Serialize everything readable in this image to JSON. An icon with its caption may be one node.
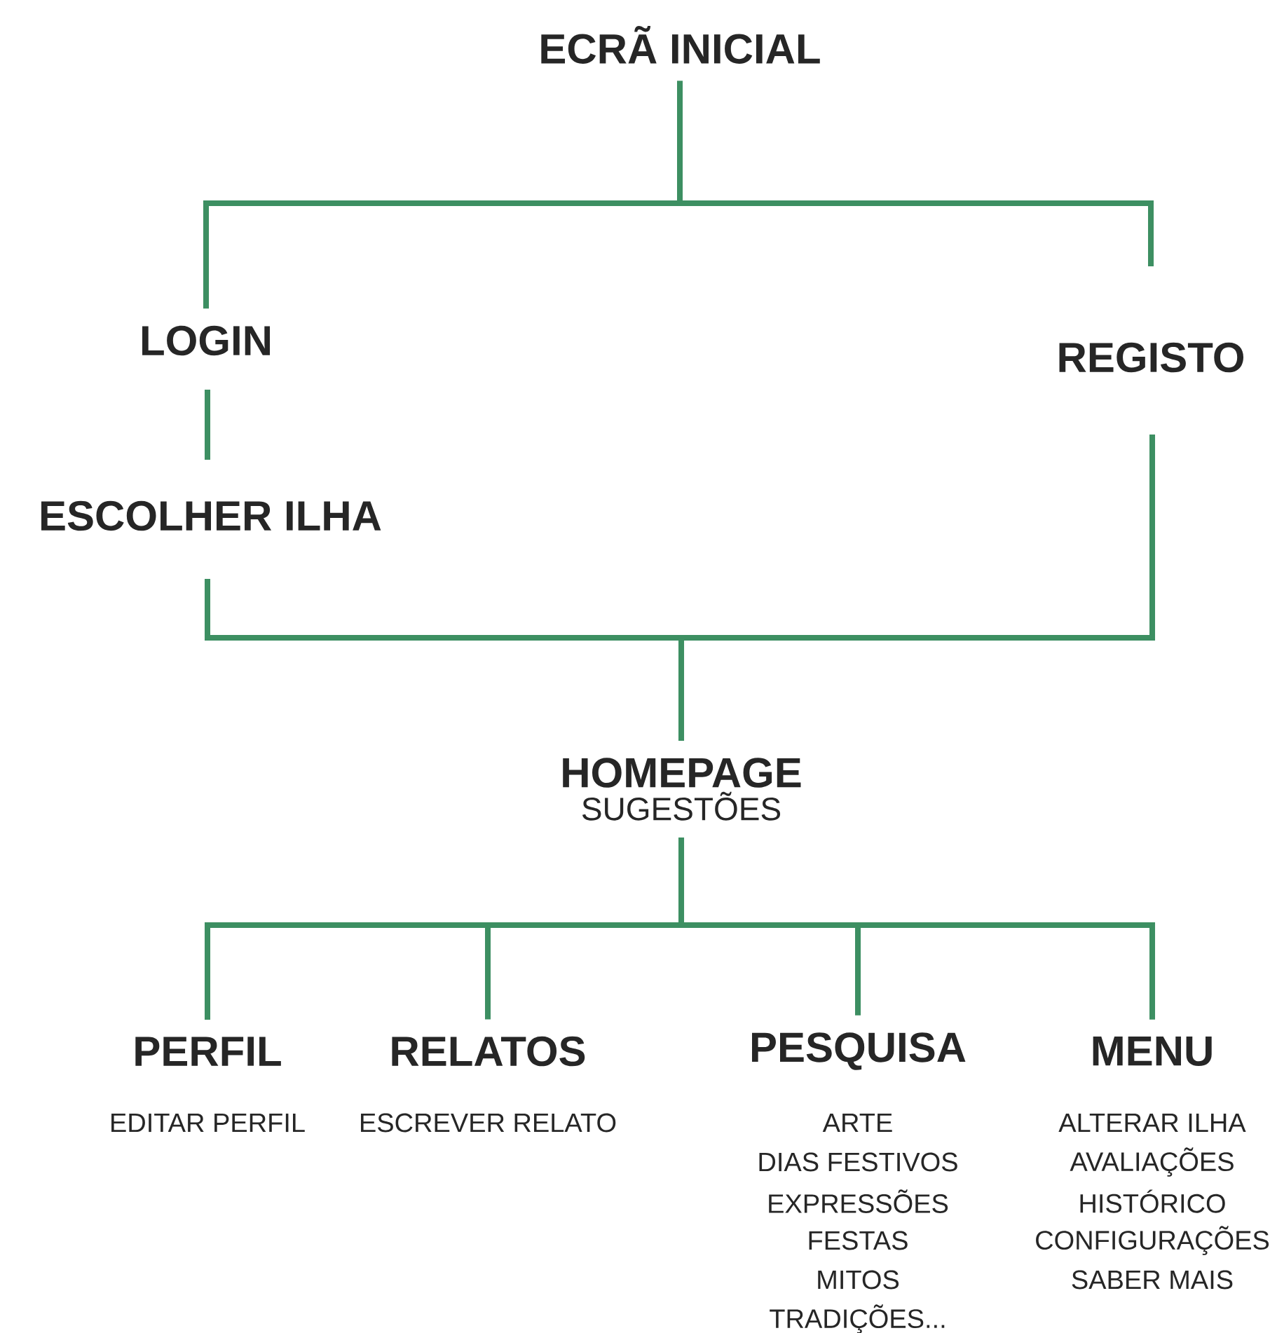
{
  "diagram": {
    "nodes": [
      {
        "text": [
          "ECRÃ INICIAL"
        ]
      },
      {
        "text": [
          "LOGIN"
        ]
      },
      {
        "text": [
          "REGISTO"
        ]
      },
      {
        "text": [
          "ESCOLHER ILHA"
        ]
      },
      {
        "text": [
          "HOMEPAGE",
          "SUGESTÕES"
        ]
      },
      {
        "text": [
          "PERFIL"
        ],
        "beside": [
          "EDITAR PERFIL"
        ]
      },
      {
        "text": [
          "RELATOS"
        ],
        "beside": [
          "ESCREVER RELATO"
        ]
      },
      {
        "text": [
          "PESQUISA"
        ],
        "beside": [
          "ARTE",
          "DIAS FESTIVOS",
          "EXPRESSÕES",
          "FESTAS",
          "MITOS",
          "TRADIÇÕES..."
        ]
      },
      {
        "text": [
          "MENU"
        ],
        "beside": [
          "ALTERAR ILHA",
          "AVALIAÇÕES",
          "HISTÓRICO",
          "CONFIGURAÇÕES",
          "SABER MAIS"
        ]
      }
    ],
    "edges": [
      {
        "from": 0,
        "to": 1,
        "arrow": "none"
      },
      {
        "from": 0,
        "to": 2,
        "arrow": "none"
      },
      {
        "from": 1,
        "to": 3,
        "arrow": "none"
      },
      {
        "from": 3,
        "to": 4,
        "arrow": "none"
      },
      {
        "from": 2,
        "to": 4,
        "arrow": "none"
      },
      {
        "from": 4,
        "to": 5,
        "arrow": "none"
      },
      {
        "from": 4,
        "to": 6,
        "arrow": "none"
      },
      {
        "from": 4,
        "to": 7,
        "arrow": "none"
      },
      {
        "from": 4,
        "to": 8,
        "arrow": "none"
      }
    ]
  }
}
